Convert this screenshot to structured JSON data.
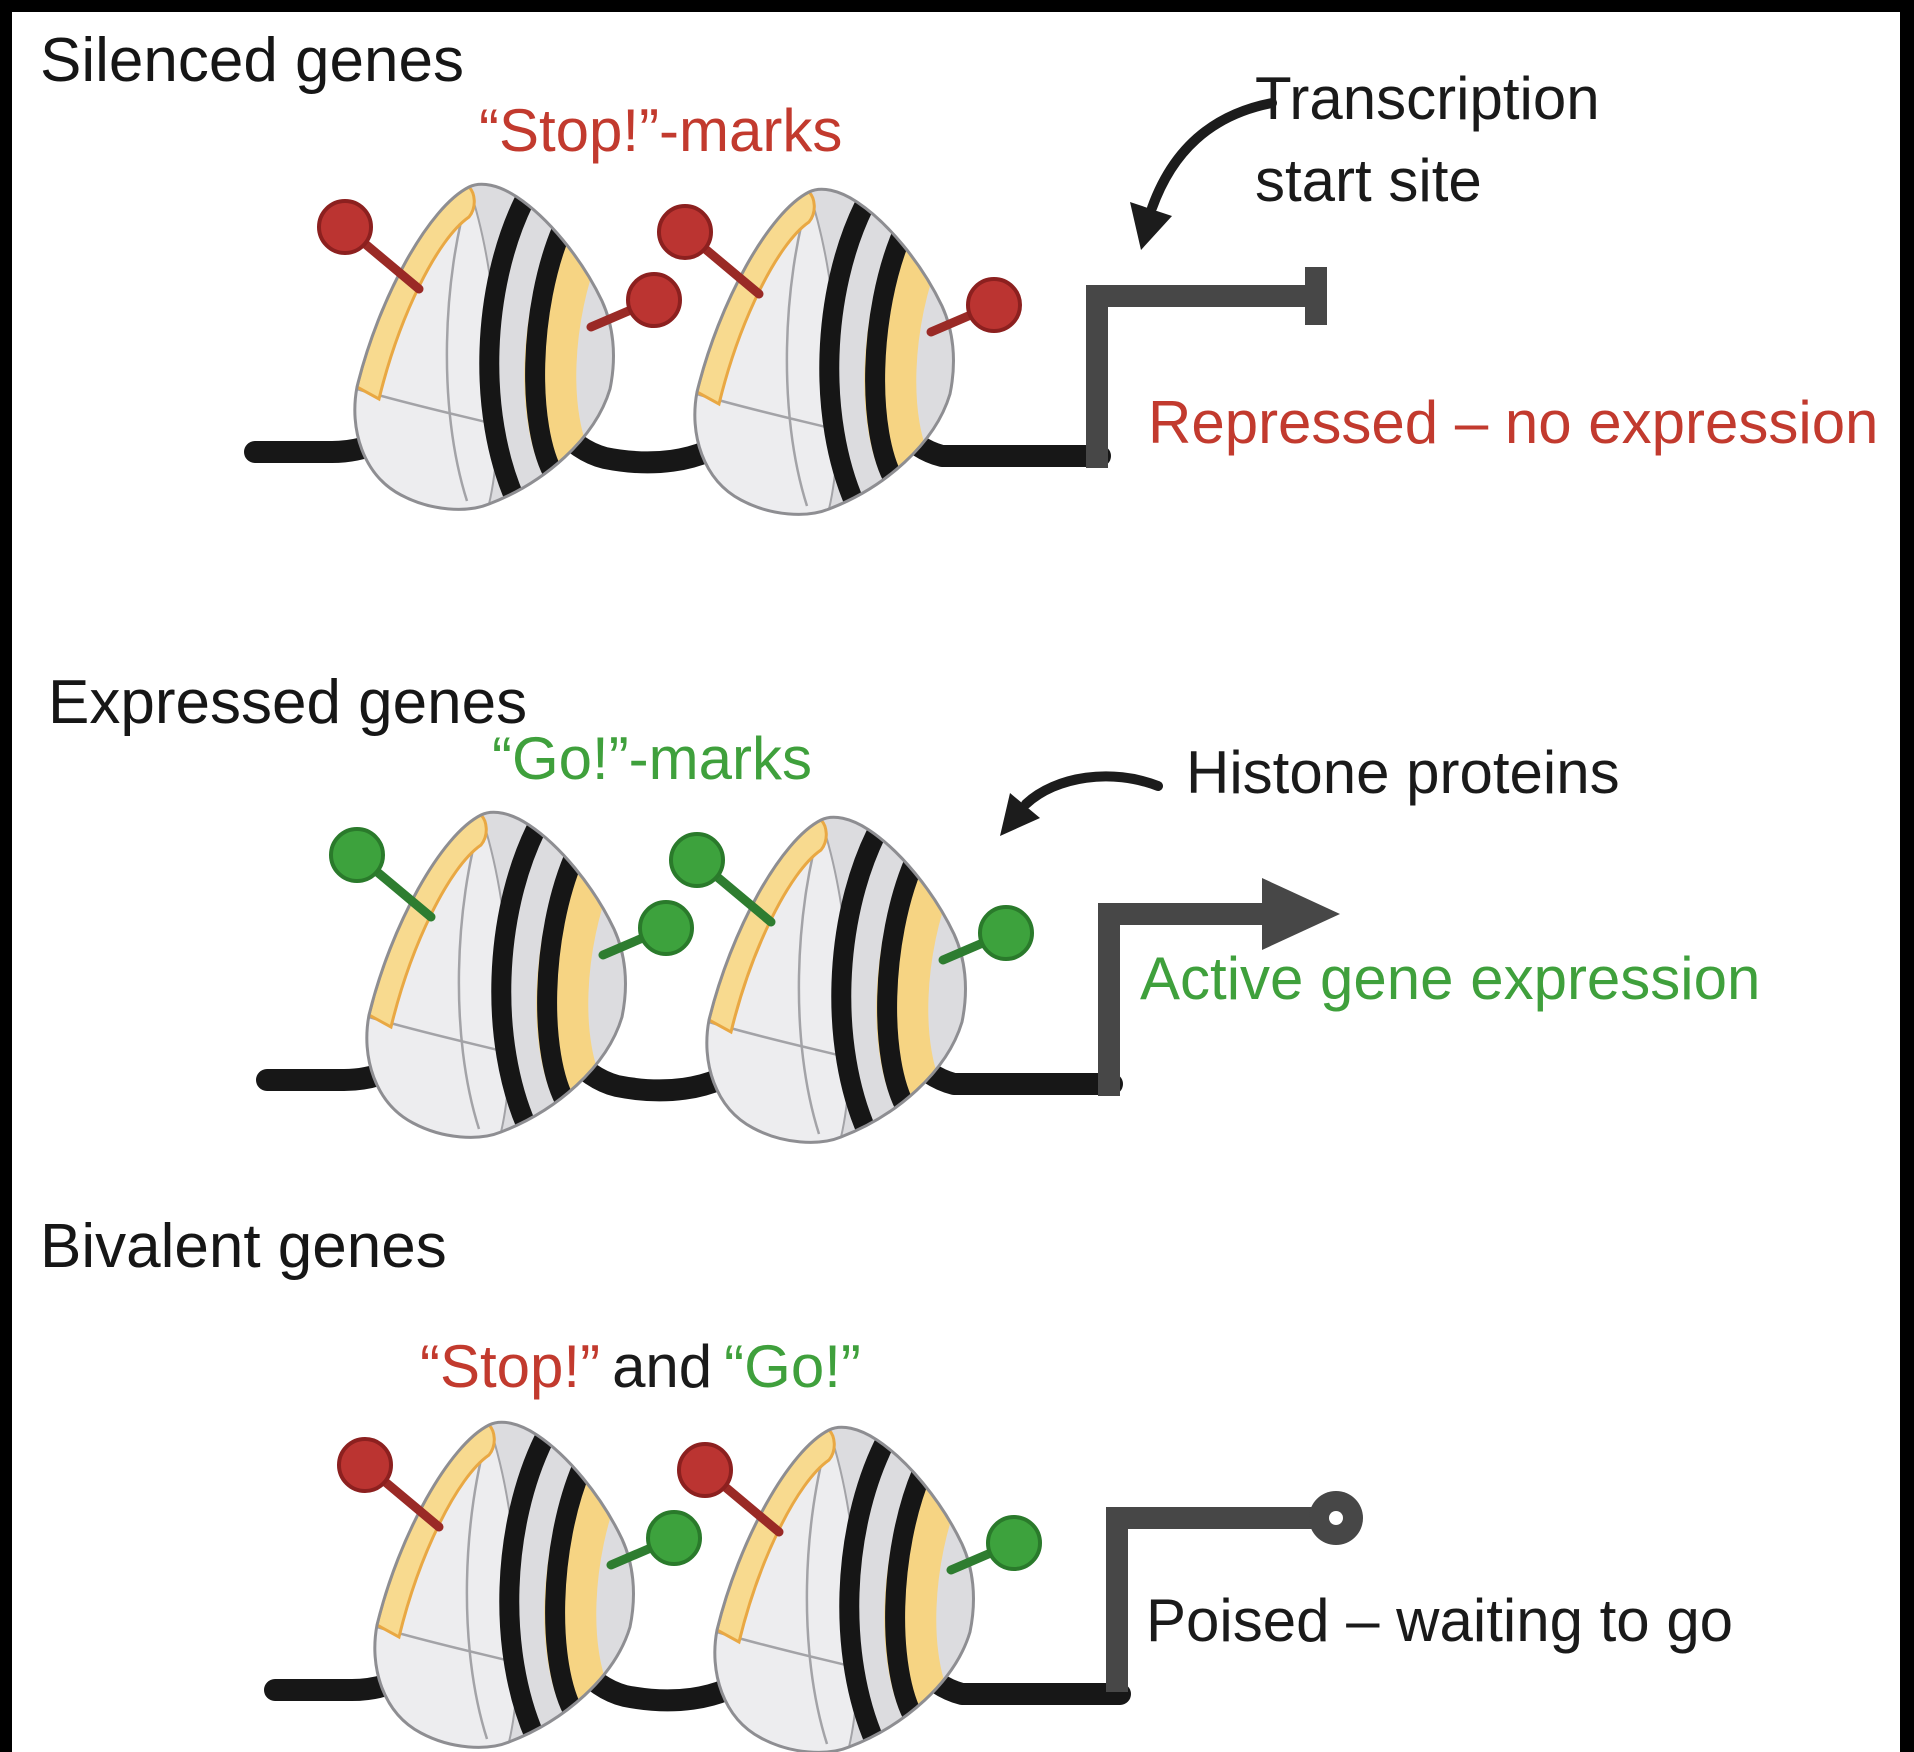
{
  "figure": {
    "type": "epigenetics-histone-marks-diagram",
    "colors": {
      "red_mark": "#bb3431",
      "red_mark_stroke": "#8c201f",
      "green_mark": "#3da23d",
      "green_mark_stroke": "#2a7a2b",
      "red_text": "#c23a2e",
      "green_text": "#3fa03c",
      "black_text": "#1a1a1a",
      "dna_strand": "#171717",
      "symbol_gray": "#474747",
      "histone_yellow": "#f8da8f",
      "histone_yellow_stroke": "#e9a843",
      "nucleosome_gray": "#dcdcdf"
    }
  },
  "panels": {
    "silenced": {
      "title": "Silenced genes",
      "marks_label": "“Stop!”-marks",
      "annotation_lines": {
        "line1": "Transcription",
        "line2": "start site"
      },
      "outcome": "Repressed – no expression",
      "symbol": "blocked-transcription",
      "nucleosome_marks": [
        "red",
        "red"
      ]
    },
    "expressed": {
      "title": "Expressed genes",
      "marks_label": "“Go!”-marks",
      "annotation": "Histone proteins",
      "outcome": "Active gene expression",
      "symbol": "active-transcription-arrow",
      "nucleosome_marks": [
        "green",
        "green"
      ]
    },
    "bivalent": {
      "title": "Bivalent genes",
      "marks_label_parts": {
        "stop": "“Stop!”",
        "and": "and",
        "go": "“Go!”"
      },
      "outcome": "Poised – waiting to go",
      "symbol": "poised-paused",
      "nucleosome_marks": [
        "red",
        "green"
      ]
    }
  }
}
